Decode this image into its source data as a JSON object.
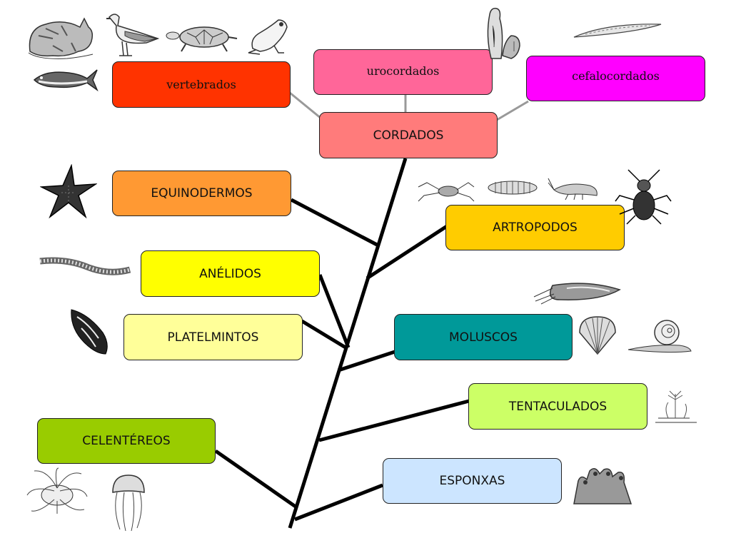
{
  "diagram": {
    "root": "CORDADOS",
    "chordate_groups": [
      {
        "label": "vertebrados",
        "color": "#ff3300"
      },
      {
        "label": "urocordados",
        "color": "#ff6699"
      },
      {
        "label": "cefalocordados",
        "color": "#ff00ff"
      }
    ],
    "cordados_color": "#ff7b7b",
    "phyla": [
      {
        "label": "EQUINODERMOS",
        "color": "#ff9933"
      },
      {
        "label": "ARTROPODOS",
        "color": "#ffcc00"
      },
      {
        "label": "ANÉLIDOS",
        "color": "#ffff00"
      },
      {
        "label": "PLATELMINTOS",
        "color": "#ffff99"
      },
      {
        "label": "MOLUSCOS",
        "color": "#009999"
      },
      {
        "label": "TENTACULADOS",
        "color": "#ccff66"
      },
      {
        "label": "CELENTÉREOS",
        "color": "#99cc00"
      },
      {
        "label": "ESPONXAS",
        "color": "#cce5ff"
      }
    ]
  },
  "illustrations": [
    "cat-icon",
    "seagull-icon",
    "turtle-icon",
    "frog-icon",
    "tuna-icon",
    "sea-squirt-icon",
    "lancelet-icon",
    "starfish-icon",
    "spider-icon",
    "woodlouse-icon",
    "shrimp-icon",
    "beetle-icon",
    "worm-icon",
    "flatworm-icon",
    "cuttlefish-icon",
    "scallop-icon",
    "snail-icon",
    "bryozoan-icon",
    "sea-anemone-icon",
    "jellyfish-icon",
    "sponge-icon"
  ]
}
